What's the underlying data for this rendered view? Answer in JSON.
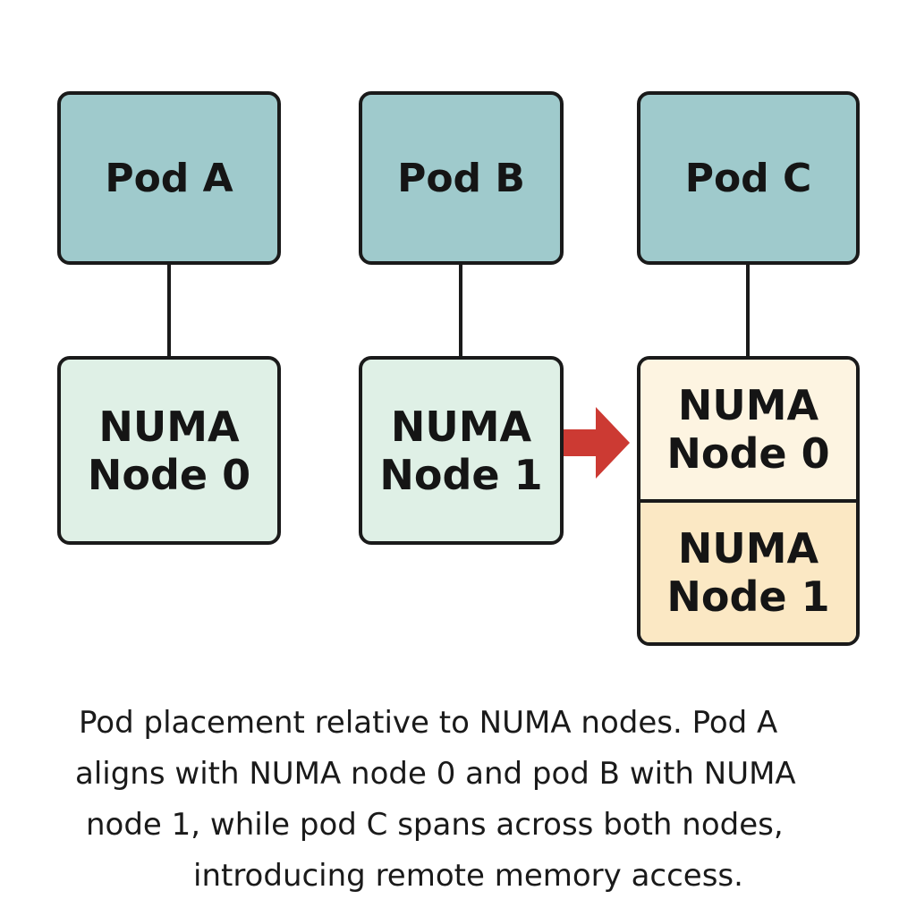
{
  "pods": [
    {
      "label": "Pod A"
    },
    {
      "label": "Pod B"
    },
    {
      "label": "Pod C"
    }
  ],
  "numa_a": [
    "NUMA",
    "Node 0"
  ],
  "numa_b": [
    "NUMA",
    "Node 1"
  ],
  "numa_c_top": [
    "NUMA",
    "Node 0"
  ],
  "numa_c_bottom": [
    "NUMA",
    "Node 1"
  ],
  "colors": {
    "pod_fill": "#9fcacc",
    "numa_fill": "#dff0e6",
    "span_top_fill": "#fdf4e1",
    "span_bottom_fill": "#fbe8c4",
    "arrow": "#cc3a33"
  },
  "caption": [
    "Pod placement relative to NUMA nodes. Pod A",
    "aligns with NUMA node 0 and pod B with NUMA",
    "node 1, while pod C spans across both nodes,",
    "introducing remote memory access."
  ]
}
